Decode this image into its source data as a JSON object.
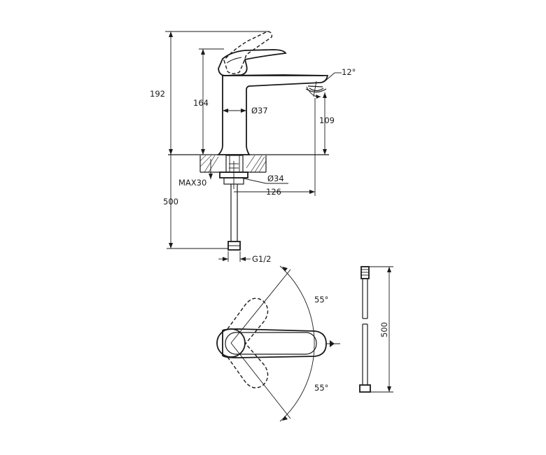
{
  "drawing": {
    "dimensions": {
      "overall_height": "192",
      "body_height": "164",
      "spout_clearance": "109",
      "body_diameter": "Ø37",
      "base_diameter": "Ø34",
      "max_deck_thickness": "MAX30",
      "spout_reach": "126",
      "hose_length": "500",
      "connection_thread": "G1/2",
      "aerator_tilt": "12°",
      "lever_rotation_up": "55°",
      "lever_rotation_down": "55°",
      "hose_side_length": "500"
    }
  }
}
